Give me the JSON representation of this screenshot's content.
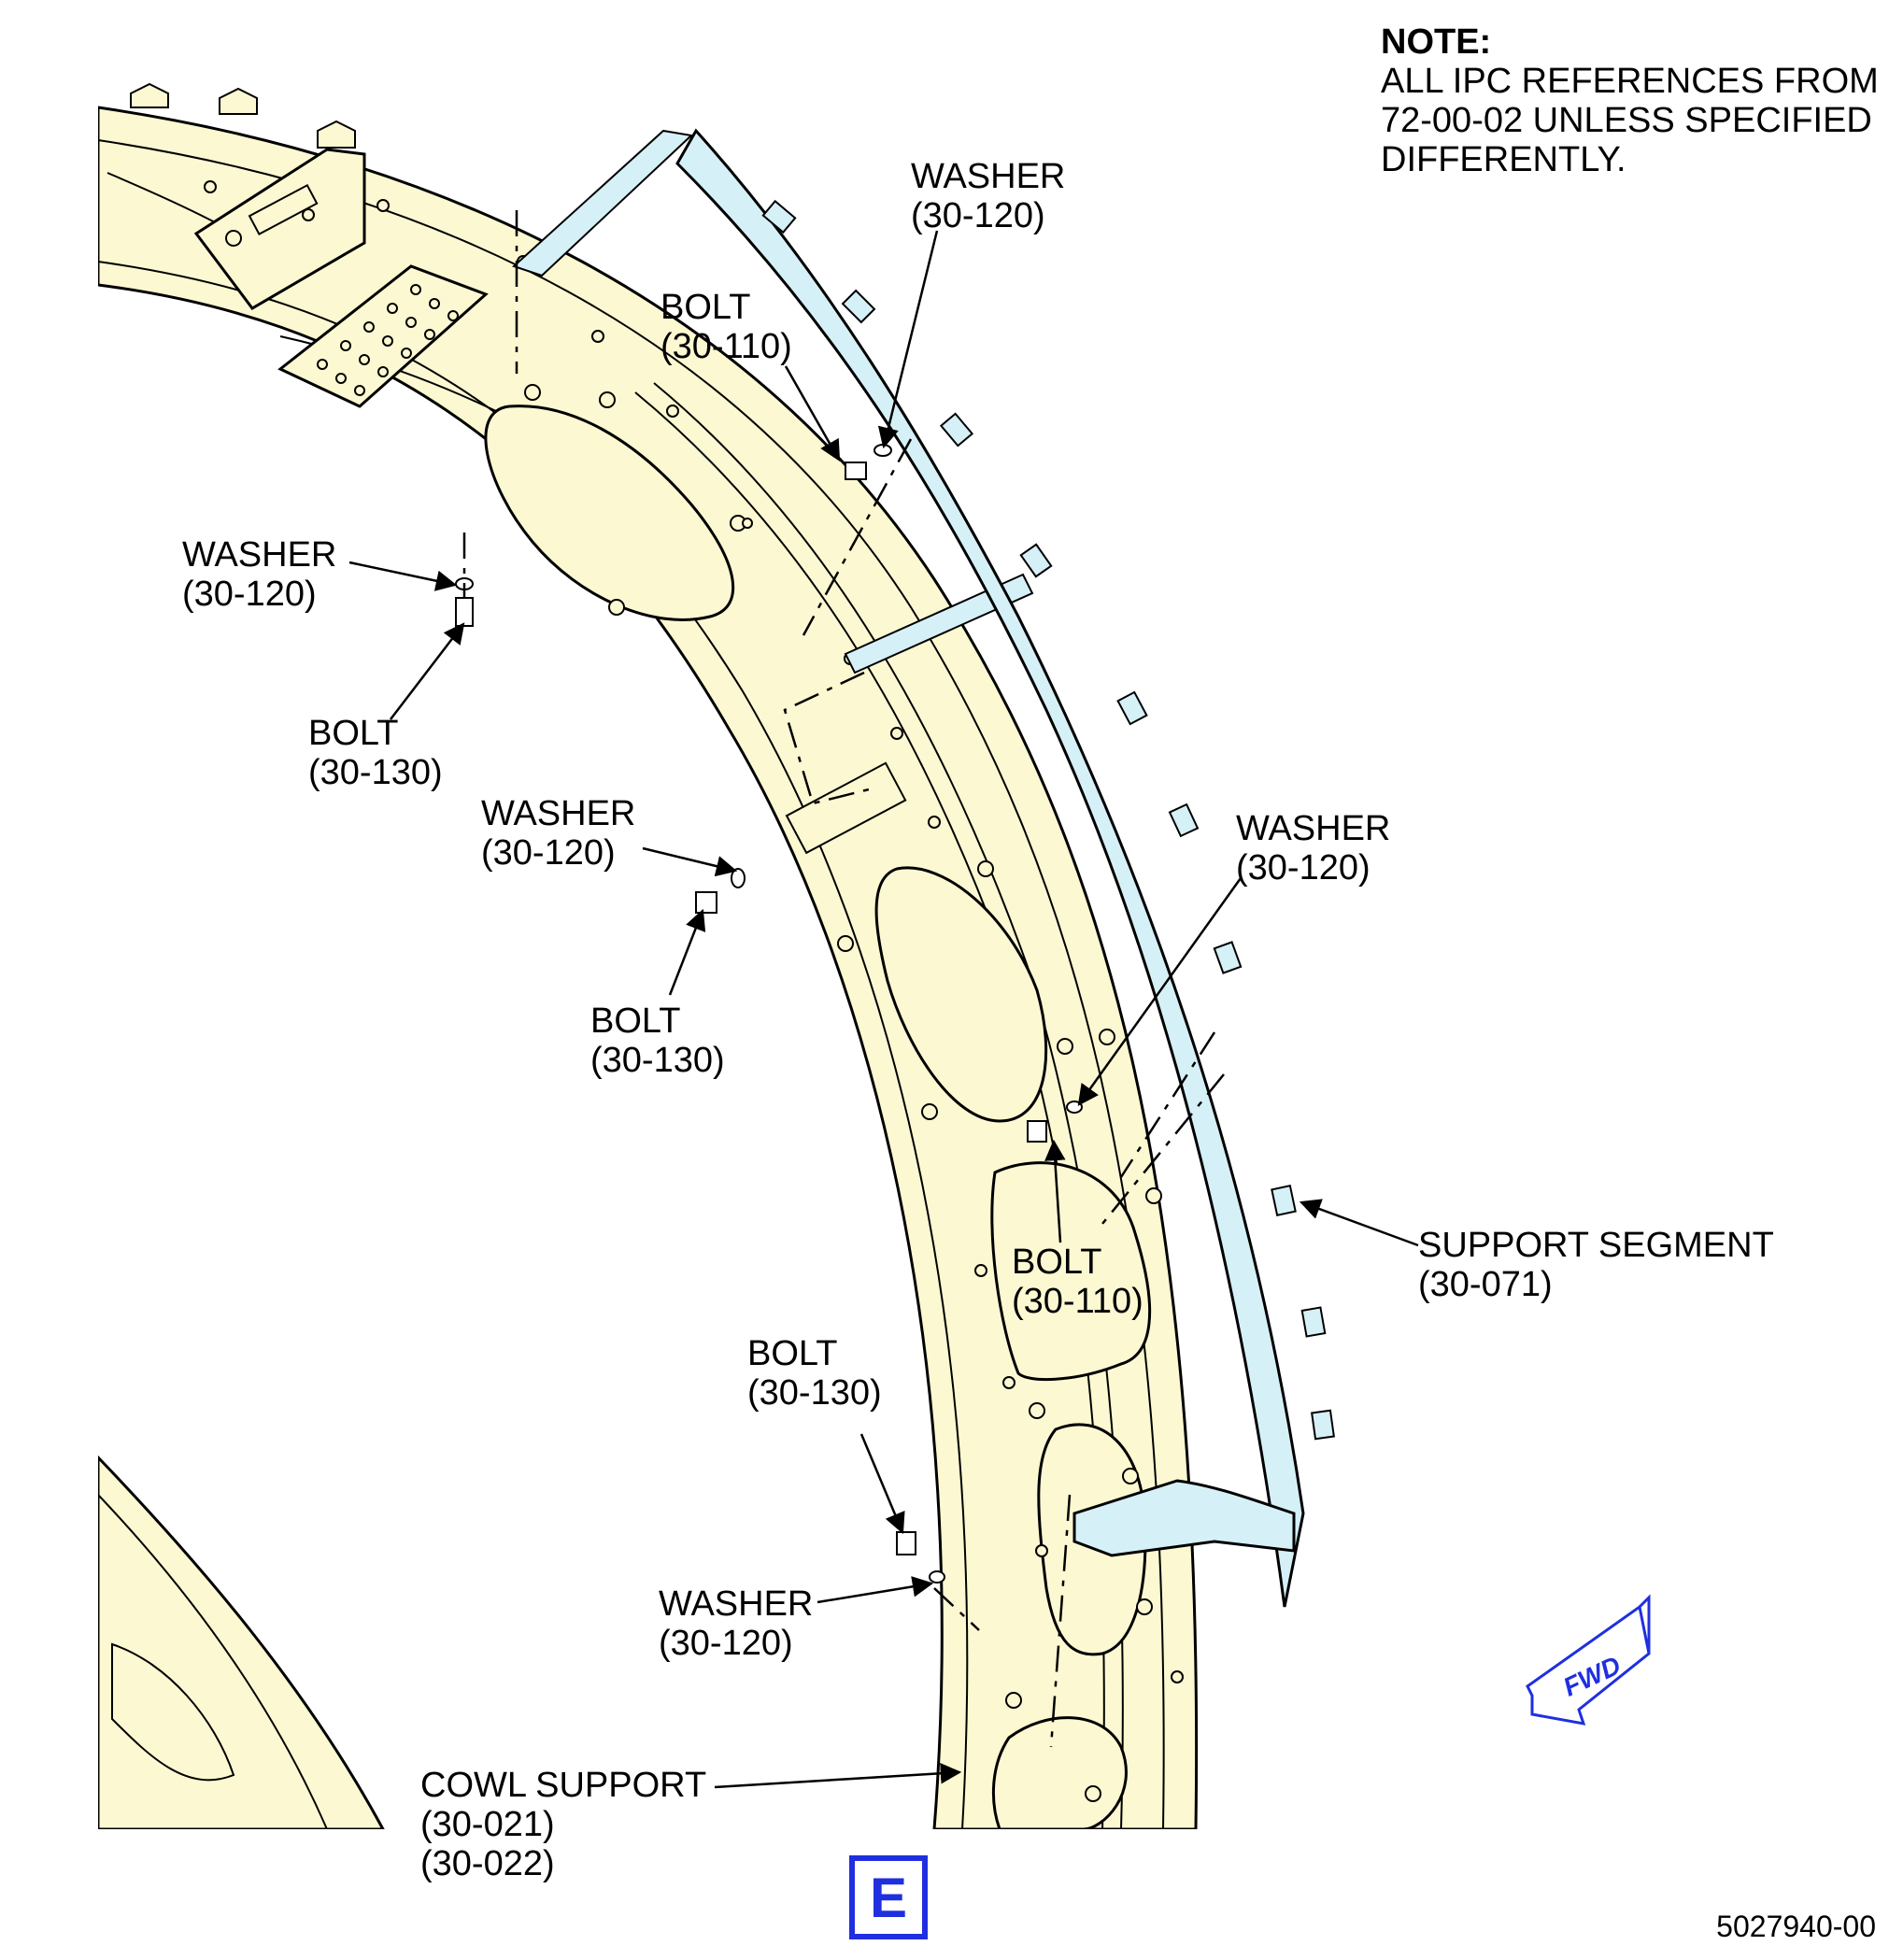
{
  "note": {
    "title": "NOTE:",
    "lines": [
      "ALL IPC REFERENCES FROM",
      "72-00-02 UNLESS SPECIFIED",
      "DIFFERENTLY."
    ]
  },
  "callouts": {
    "washer_top": {
      "name": "WASHER",
      "ref": "(30-120)"
    },
    "bolt_top": {
      "name": "BOLT",
      "ref": "(30-110)"
    },
    "washer_left": {
      "name": "WASHER",
      "ref": "(30-120)"
    },
    "bolt_left": {
      "name": "BOLT",
      "ref": "(30-130)"
    },
    "washer_mid": {
      "name": "WASHER",
      "ref": "(30-120)"
    },
    "bolt_mid": {
      "name": "BOLT",
      "ref": "(30-130)"
    },
    "washer_right": {
      "name": "WASHER",
      "ref": "(30-120)"
    },
    "bolt_right": {
      "name": "BOLT",
      "ref": "(30-110)"
    },
    "support_segment": {
      "name": "SUPPORT SEGMENT",
      "ref": "(30-071)"
    },
    "bolt_lower": {
      "name": "BOLT",
      "ref": "(30-130)"
    },
    "washer_lower": {
      "name": "WASHER",
      "ref": "(30-120)"
    },
    "cowl_support": {
      "name": "COWL SUPPORT",
      "ref": "(30-021)",
      "ref2": "(30-022)"
    }
  },
  "fwd_label": "FWD",
  "view_label": "E",
  "figure_number": "5027940-00",
  "colors": {
    "cowl_support_fill": "#fbf8d2",
    "support_segment_fill": "#d6f0f7",
    "accent_blue": "#1f2fe0",
    "line": "#000000"
  }
}
